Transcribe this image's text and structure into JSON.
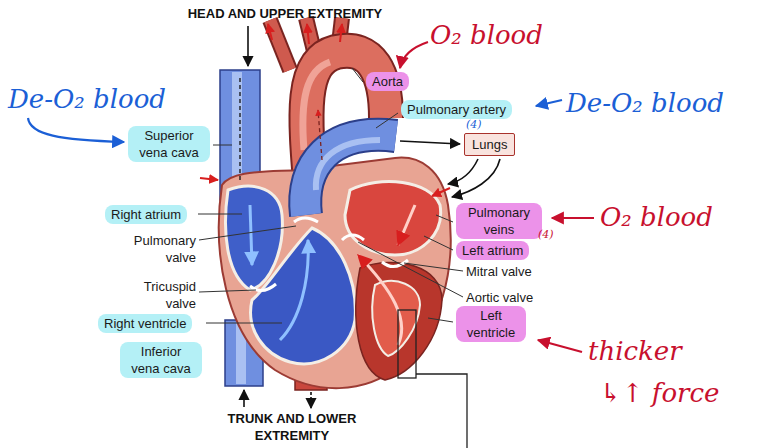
{
  "diagram": {
    "nodes": [
      {
        "text": [
          "Aorta"
        ]
      },
      {
        "text": [
          "Pulmonary artery"
        ]
      },
      {
        "text": [
          "Superior vena cava"
        ]
      },
      {
        "text": [
          "Lungs"
        ]
      },
      {
        "text": [
          "Right atrium"
        ]
      },
      {
        "text": [
          "Pulmonary veins"
        ]
      },
      {
        "text": [
          "Left atrium"
        ]
      },
      {
        "text": [
          "Right ventricle"
        ]
      },
      {
        "text": [
          "Left ventricle"
        ]
      },
      {
        "text": [
          "Inferior vena cava"
        ]
      }
    ],
    "labels": [
      "HEAD AND UPPER EXTREMITY",
      "O₂ blood",
      "De-O₂ blood",
      "De-O₂ blood",
      "(4)",
      "Pulmonary valve",
      "O₂ blood",
      "(4)",
      "Mitral valve",
      "Tricuspid valve",
      "Aortic valve",
      "thicker",
      "↳↑ force",
      "TRUNK AND LOWER EXTREMITY"
    ]
  }
}
